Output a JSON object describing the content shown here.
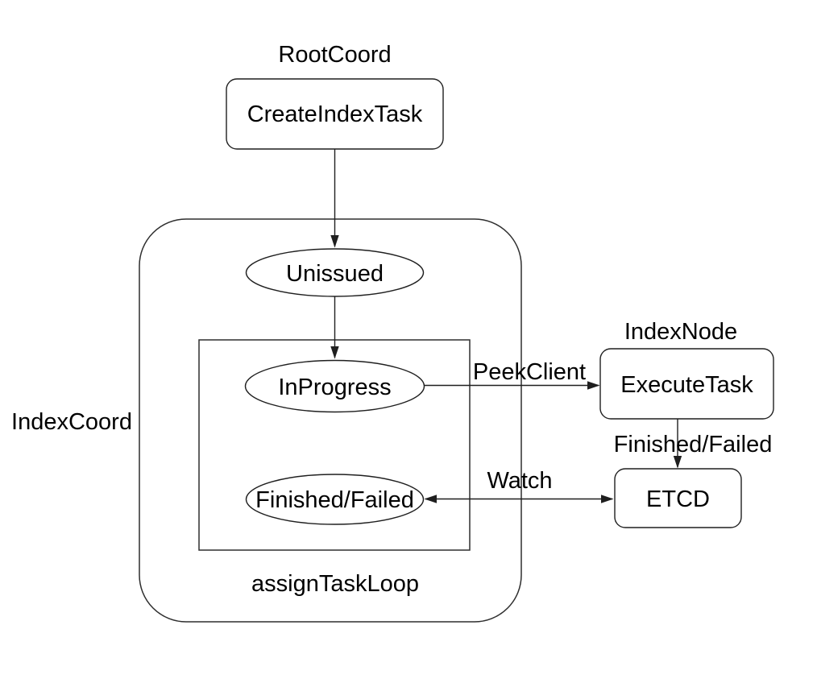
{
  "colors": {
    "background": "#ffffff",
    "line": "#1f1f1f",
    "text": "#000000"
  },
  "labels": {
    "root_coord": "RootCoord",
    "index_coord": "IndexCoord",
    "index_node": "IndexNode",
    "assign_task_loop": "assignTaskLoop"
  },
  "nodes": {
    "create_index_task": "CreateIndexTask",
    "unissued": "Unissued",
    "in_progress": "InProgress",
    "finished_failed": "Finished/Failed",
    "execute_task": "ExecuteTask",
    "etcd": "ETCD"
  },
  "edges": {
    "peek_client": "PeekClient",
    "finished_failed": "Finished/Failed",
    "watch": "Watch"
  }
}
